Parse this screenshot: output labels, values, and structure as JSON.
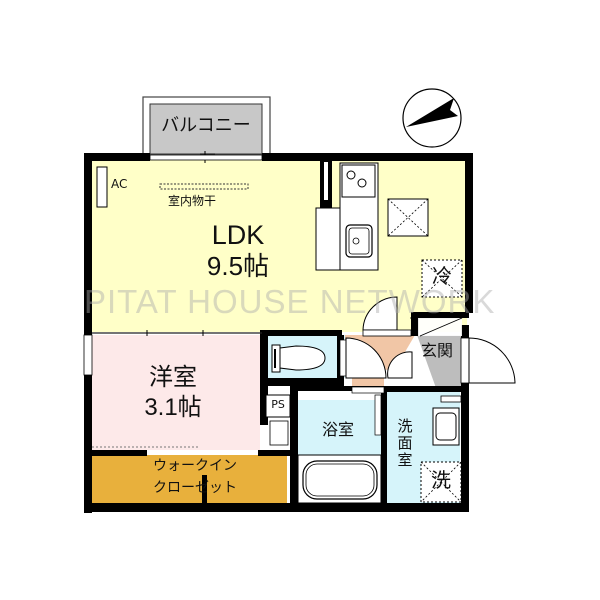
{
  "floorplan": {
    "rooms": {
      "ldk": {
        "name": "LDK",
        "size": "9.5帖"
      },
      "western": {
        "name": "洋室",
        "size": "3.1帖"
      },
      "closet": {
        "line1": "ウォークイン",
        "line2": "クローゼット"
      },
      "bath": {
        "name": "浴室"
      },
      "washroom": {
        "line1": "洗",
        "line2": "面",
        "line3": "室"
      },
      "entrance": {
        "name": "玄関"
      },
      "balcony": {
        "name": "バルコニー"
      }
    },
    "fixtures": {
      "ac": "AC",
      "indoor_drying": "室内物干",
      "fridge": "冷",
      "washer": "洗",
      "ps": "PS"
    },
    "compass": {
      "icon": "north-arrow-icon"
    },
    "watermark": "PITAT HOUSE NETWORK",
    "colors": {
      "ldk": "#ffffc8",
      "western": "#fde9e9",
      "closet": "#e8b03c",
      "wet_area": "#d6f4fa",
      "entrance": "#bdbdbd",
      "hall_floor": "#f1c6a6",
      "balcony": "#c8c8c8",
      "wall": "#000000"
    }
  }
}
